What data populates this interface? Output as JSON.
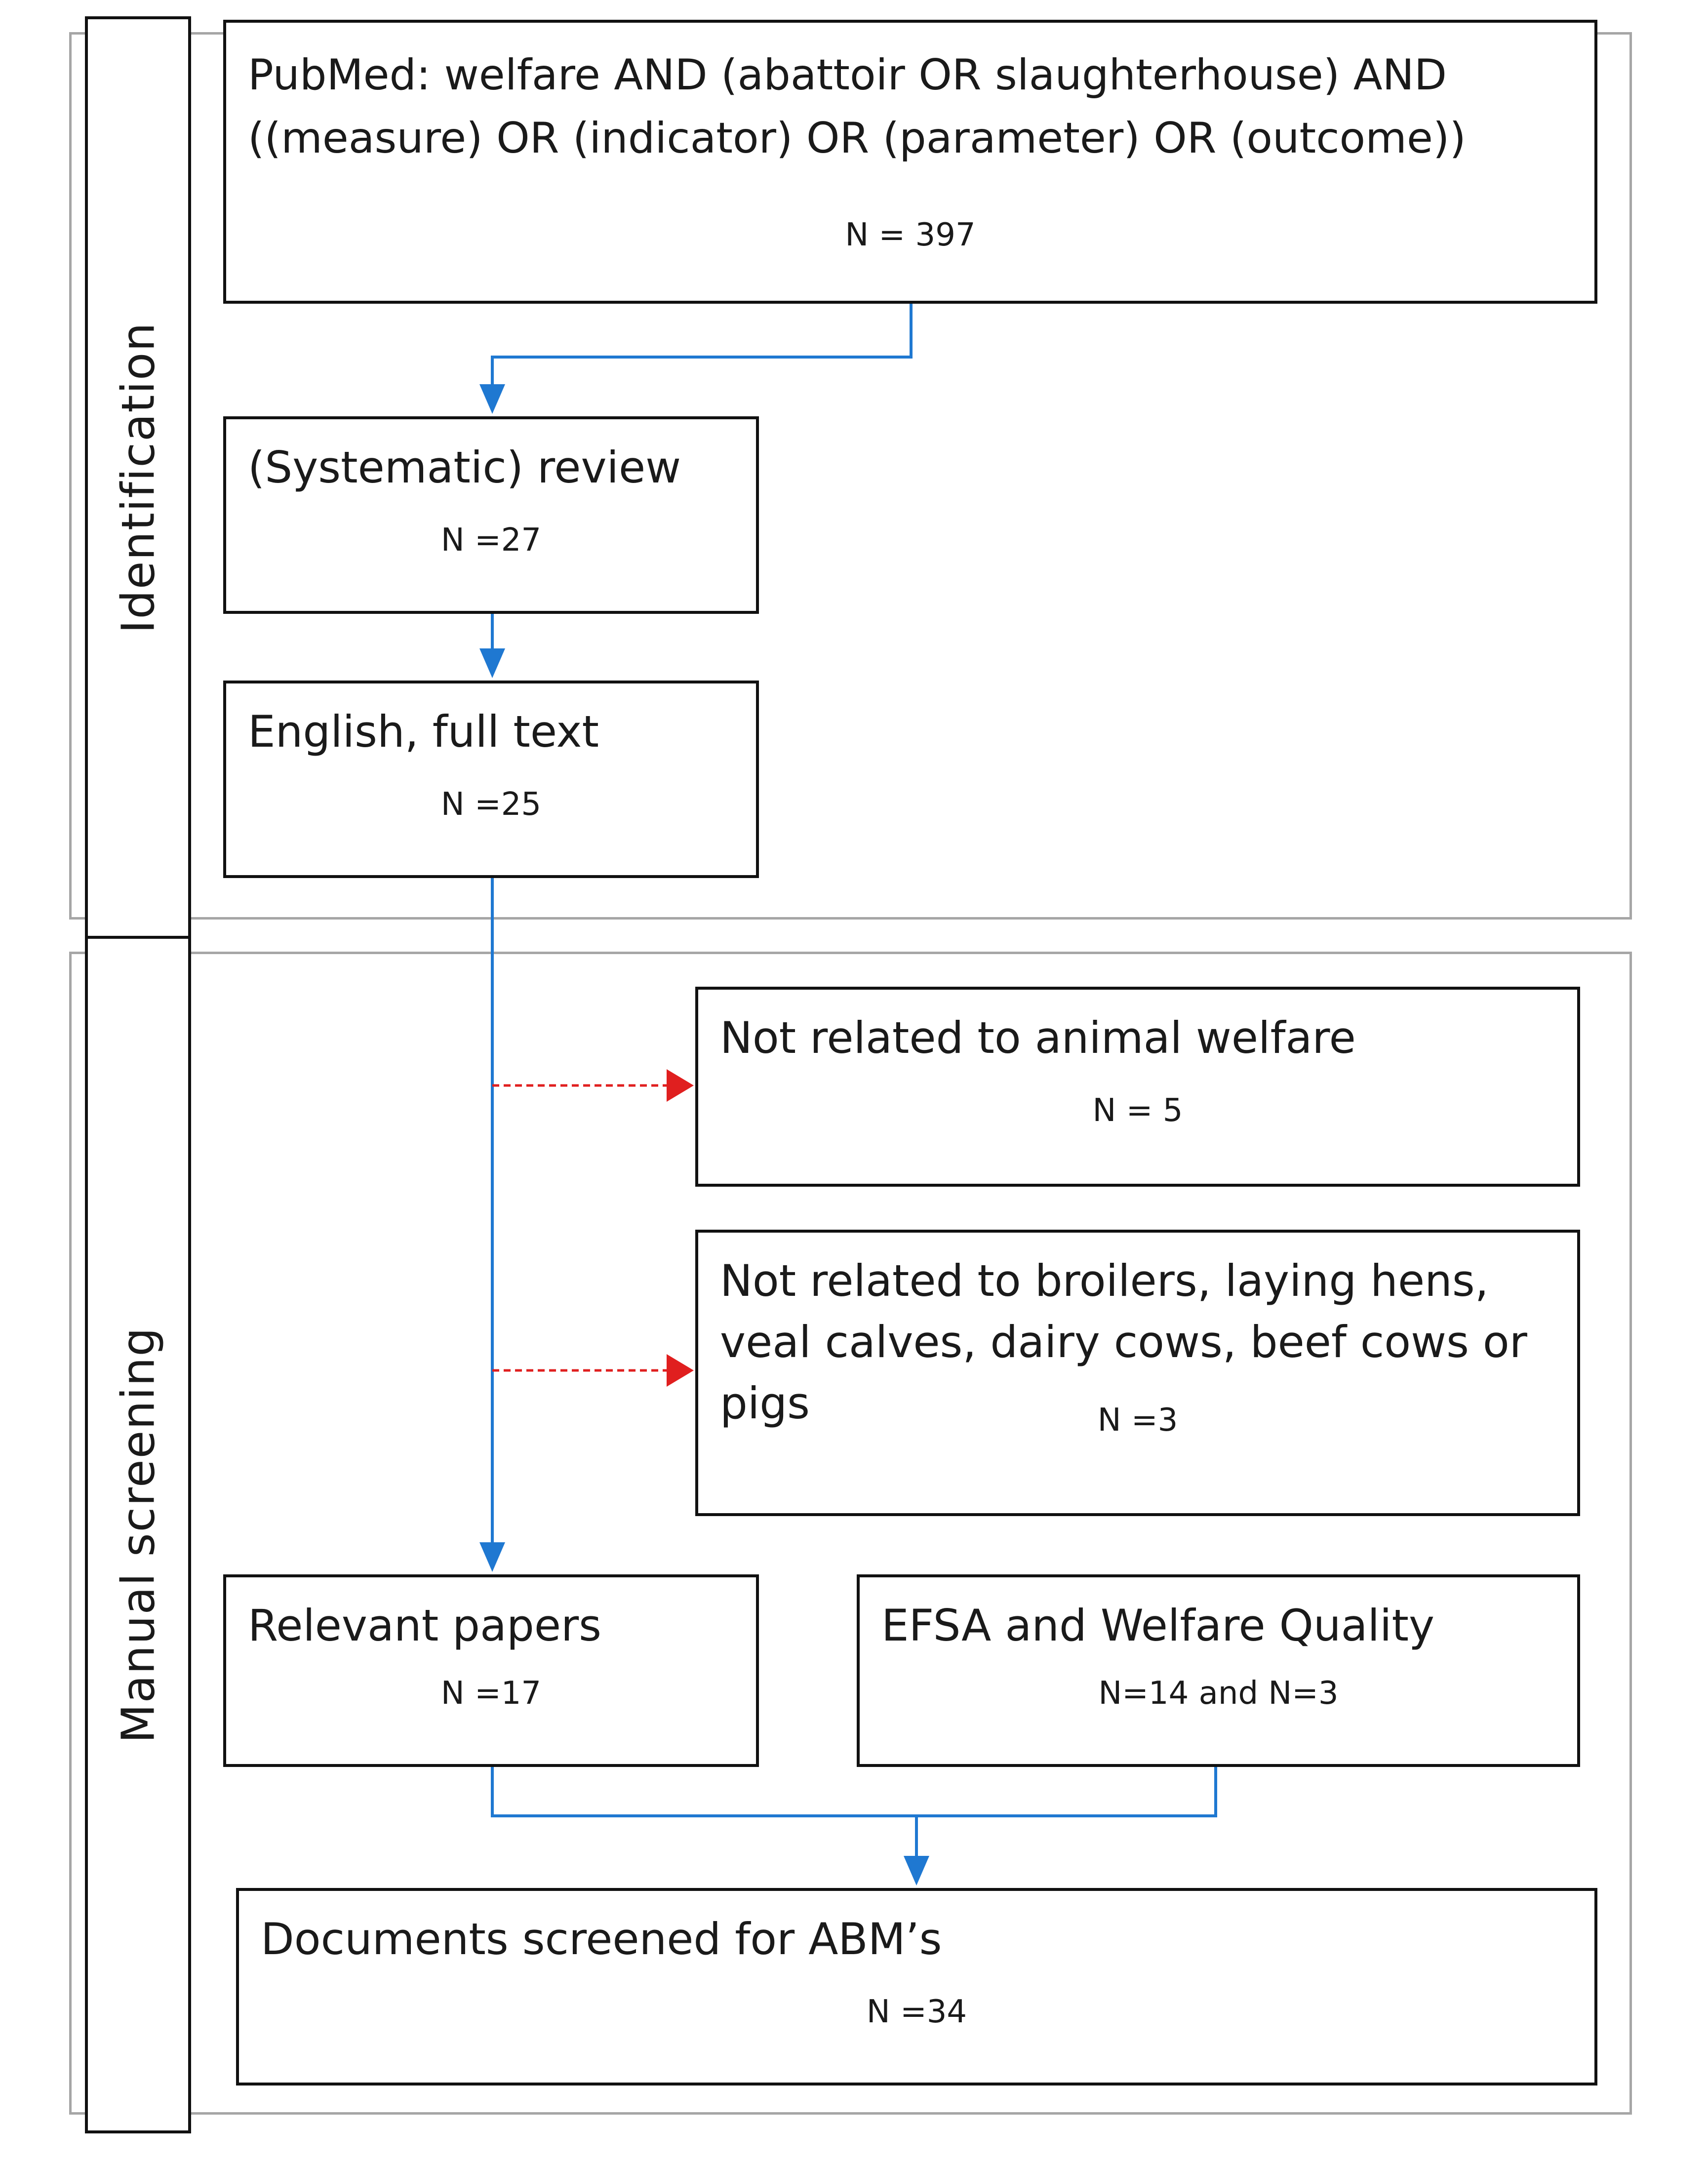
{
  "stages": {
    "identification": "Identification",
    "screening": "Manual screening"
  },
  "boxes": {
    "pubmed": {
      "title": "PubMed: welfare AND (abattoir OR slaughterhouse) AND\n((measure) OR (indicator) OR (parameter) OR (outcome))",
      "count": "N = 397"
    },
    "review": {
      "title": "(Systematic) review",
      "count": "N =27"
    },
    "english": {
      "title": "English, full text",
      "count": "N =25"
    },
    "not_welfare": {
      "title": "Not related to animal welfare",
      "count": "N = 5"
    },
    "not_species": {
      "title": "Not related to broilers, laying hens,\nveal calves, dairy cows, beef cows or\npigs",
      "count": "N =3"
    },
    "relevant": {
      "title": "Relevant papers",
      "count": "N =17"
    },
    "efsa": {
      "title": "EFSA and Welfare Quality",
      "count": "N=14 and N=3"
    },
    "screened": {
      "title": "Documents screened for ABM’s",
      "count": "N =34"
    }
  },
  "colors": {
    "flow_arrow": "#1f78d1",
    "excluded_arrow": "#e01f1f",
    "box_border": "#111111",
    "frame_border": "#a6a6a6"
  }
}
